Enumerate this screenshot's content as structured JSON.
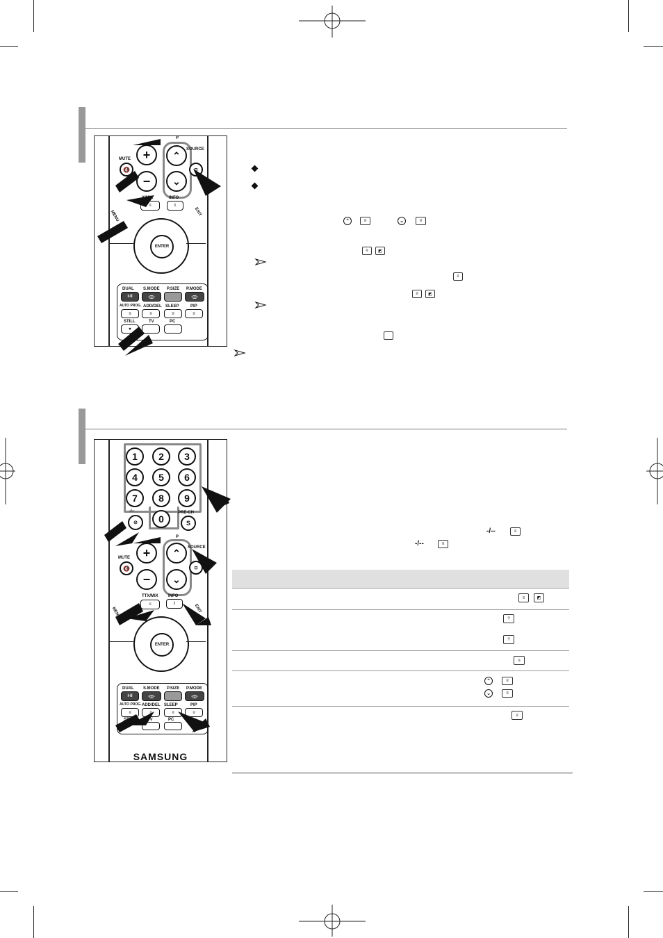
{
  "remote_top": {
    "labels": {
      "mute": "MUTE",
      "p": "P",
      "source": "SOURCE",
      "ttx_mix": "X/MIX",
      "menu": "MENU",
      "info": "INFO",
      "exit": "EXIT",
      "enter": "ENTER",
      "dual": "DUAL",
      "s_mode": "S.MODE",
      "p_size": "P.SIZE",
      "p_mode": "P.MODE",
      "auto_prog": "AUTO PROG.",
      "add_del": "ADD/DEL",
      "sleep": "SLEEP",
      "pip": "PIP",
      "still": "STILL",
      "tv": "TV",
      "pc": "PC",
      "dual_glyph": "I-II"
    }
  },
  "remote_bottom": {
    "digits": [
      "1",
      "2",
      "3",
      "4",
      "5",
      "6",
      "7",
      "8",
      "9",
      "0"
    ],
    "labels": {
      "dash": "-/--",
      "pre_ch": "PRE-CH",
      "mute": "MUTE",
      "p": "P",
      "source": "SOURCE",
      "ttx_mix": "TTX/MIX",
      "menu": "MENU",
      "info": "INFO",
      "exit": "EXIT",
      "enter": "ENTER",
      "dual": "DUAL",
      "s_mode": "S.MODE",
      "p_size": "P.SIZE",
      "p_mode": "P.MODE",
      "auto_prog": "AUTO PROG.",
      "add_del": "ADD/DEL",
      "sleep": "SLEEP",
      "pip": "PIP",
      "still": "STI",
      "tv": "TV",
      "pc": "PC",
      "dual_glyph": "I-II",
      "brand": "SAMSUNG"
    }
  },
  "icons": {
    "up": "up-arrow-icon",
    "down": "down-arrow-icon",
    "teletext": "teletext-icon",
    "mix": "teletext-mix-icon",
    "reveal": "reveal-icon",
    "hold": "hold-icon",
    "index": "index-icon",
    "size": "size-icon",
    "cancel": "cancel-icon",
    "dash": "-/--"
  }
}
